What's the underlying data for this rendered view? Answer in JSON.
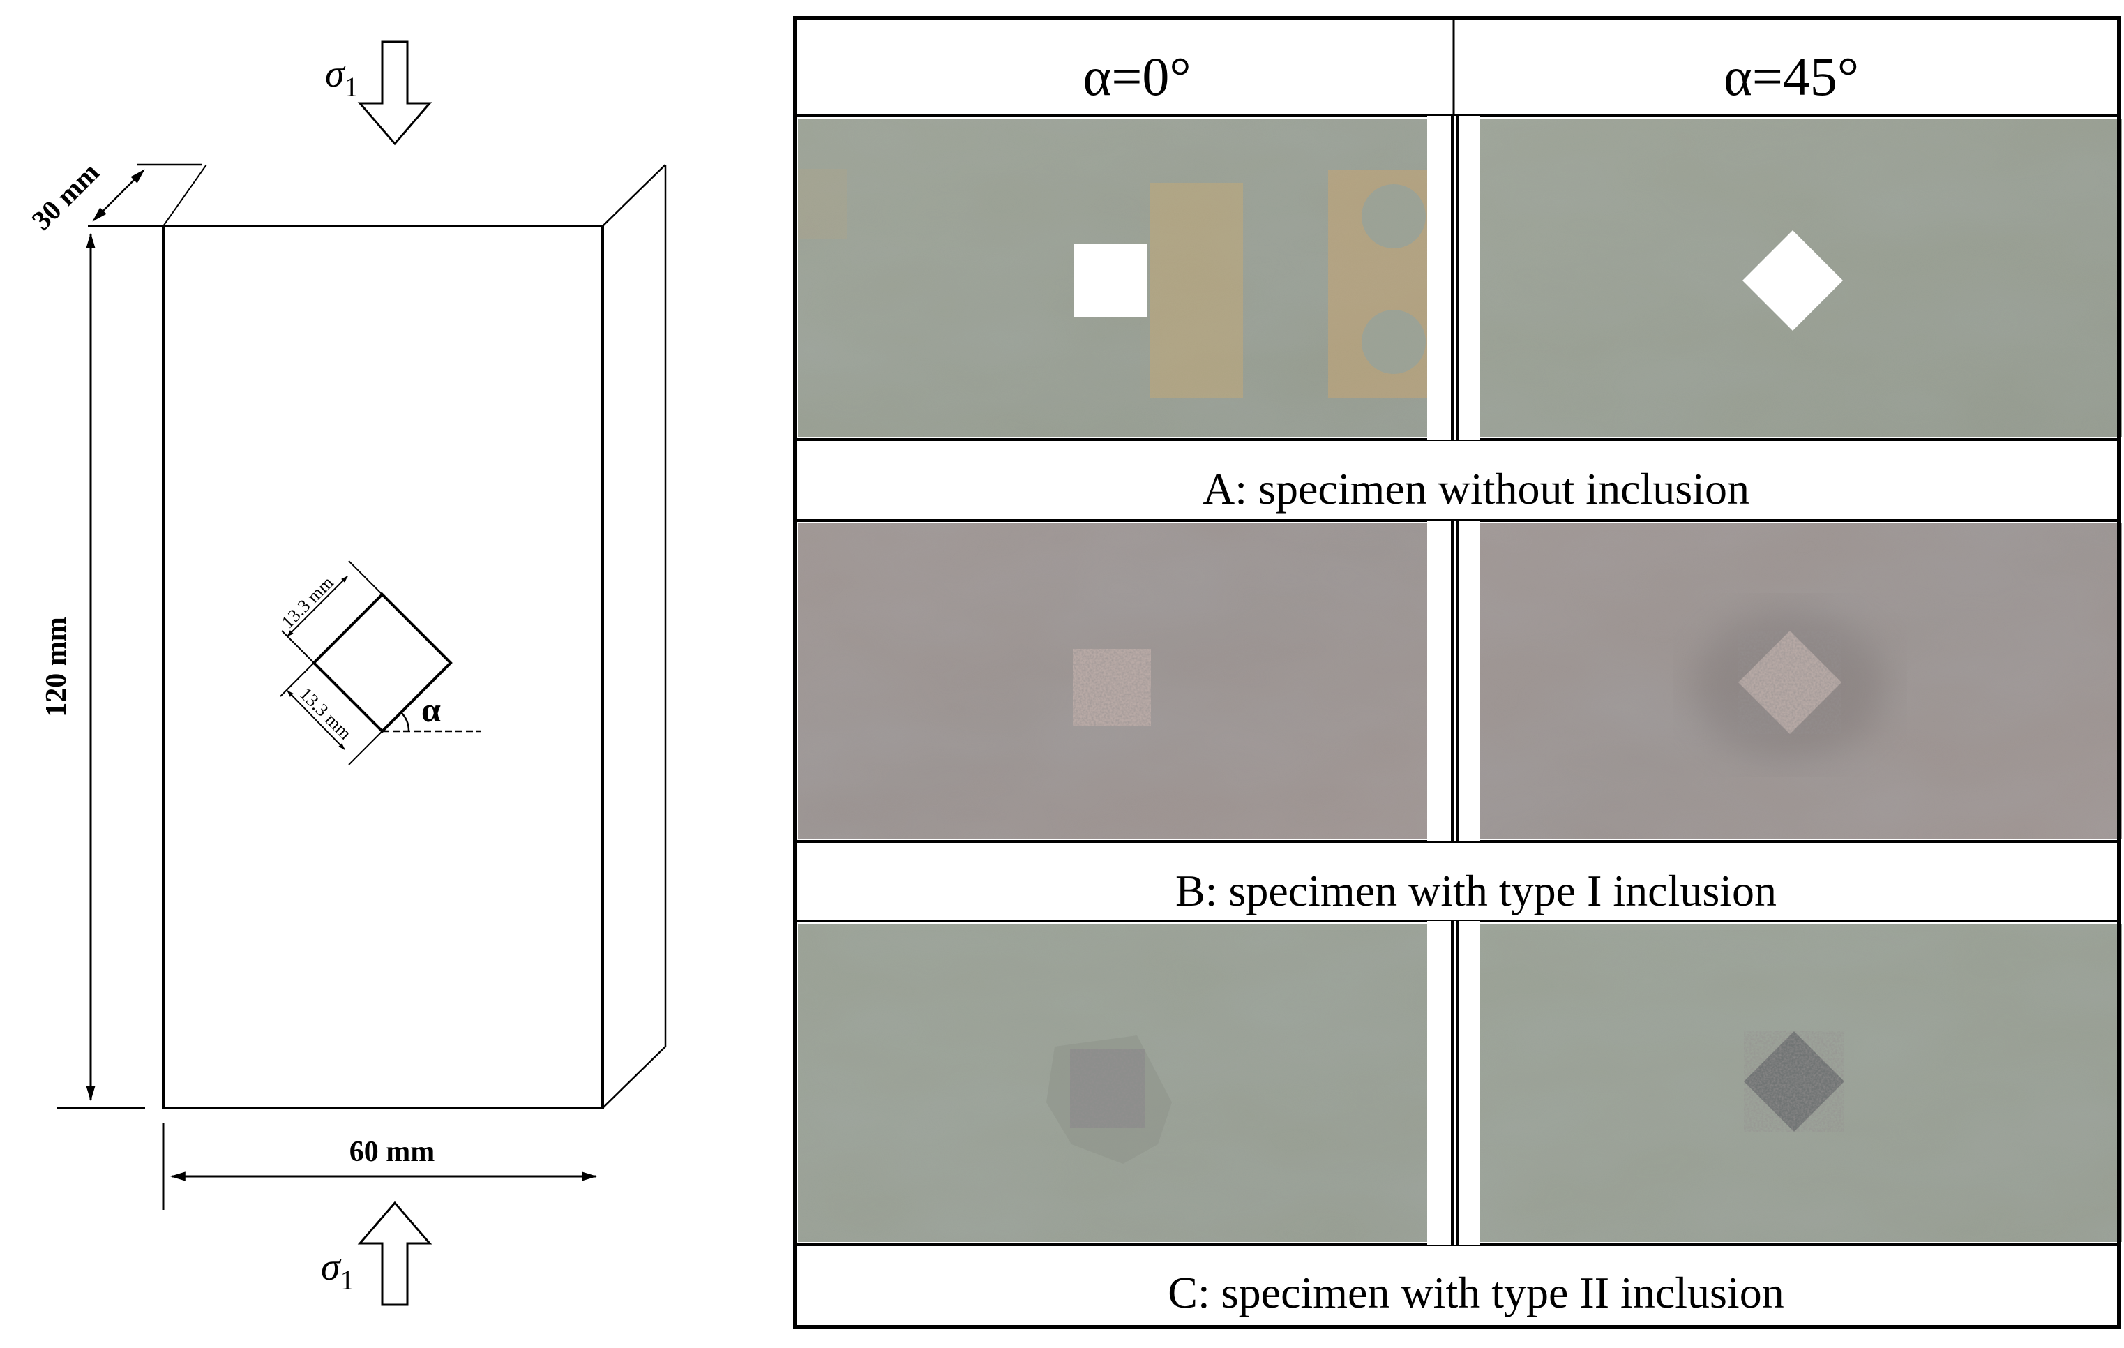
{
  "schematic": {
    "load_symbol": "σ",
    "load_subscript": "1",
    "depth_label": "30 mm",
    "height_label": "120 mm",
    "width_label": "60 mm",
    "inclusion_side_label_1": "13.3 mm",
    "inclusion_side_label_2": "13.3 mm",
    "angle_label": "α"
  },
  "photo_table": {
    "columns": [
      "α=0°",
      "α=45°"
    ],
    "rows": [
      {
        "caption": "A: specimen without inclusion",
        "inclusion": "hole"
      },
      {
        "caption": "B: specimen with type I inclusion",
        "inclusion": "type I"
      },
      {
        "caption": "C: specimen with type II inclusion",
        "inclusion": "type II"
      }
    ]
  },
  "colors": {
    "line": "#000000",
    "stone_grey_green": "#9aa296",
    "stone_mauve": "#a89c9a",
    "tape_orange": "#d8ae6c",
    "granite": "#b9aaa6"
  }
}
